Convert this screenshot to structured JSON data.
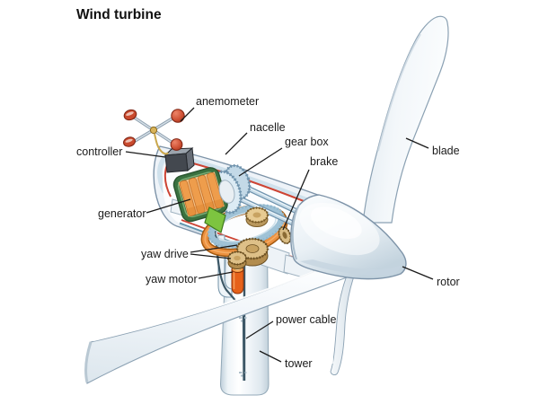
{
  "title": "Wind turbine",
  "labels": {
    "anemometer": "anemometer",
    "nacelle": "nacelle",
    "gear_box": "gear box",
    "brake": "brake",
    "blade": "blade",
    "controller": "controller",
    "generator": "generator",
    "yaw_drive": "yaw drive",
    "yaw_motor": "yaw motor",
    "power_cable": "power cable",
    "rotor": "rotor",
    "tower": "tower"
  },
  "colors": {
    "background": "#ffffff",
    "outline_slate": "#7d93a8",
    "shell_fill": "#eef3f8",
    "red_stripe": "#cd4434",
    "yaw_ring_orange": "#ec9140",
    "gear_tan": "#dec088",
    "yaw_motor_orange": "#e6611a",
    "generator_coil_orange": "#ee9d4c",
    "generator_frame_green": "#3a7240",
    "gearbox_blue": "#d9e9f3",
    "anemometer_cup_red": "#c94a2e",
    "power_cable_dark": "#3c5766",
    "label_text": "#1a1a1a"
  }
}
